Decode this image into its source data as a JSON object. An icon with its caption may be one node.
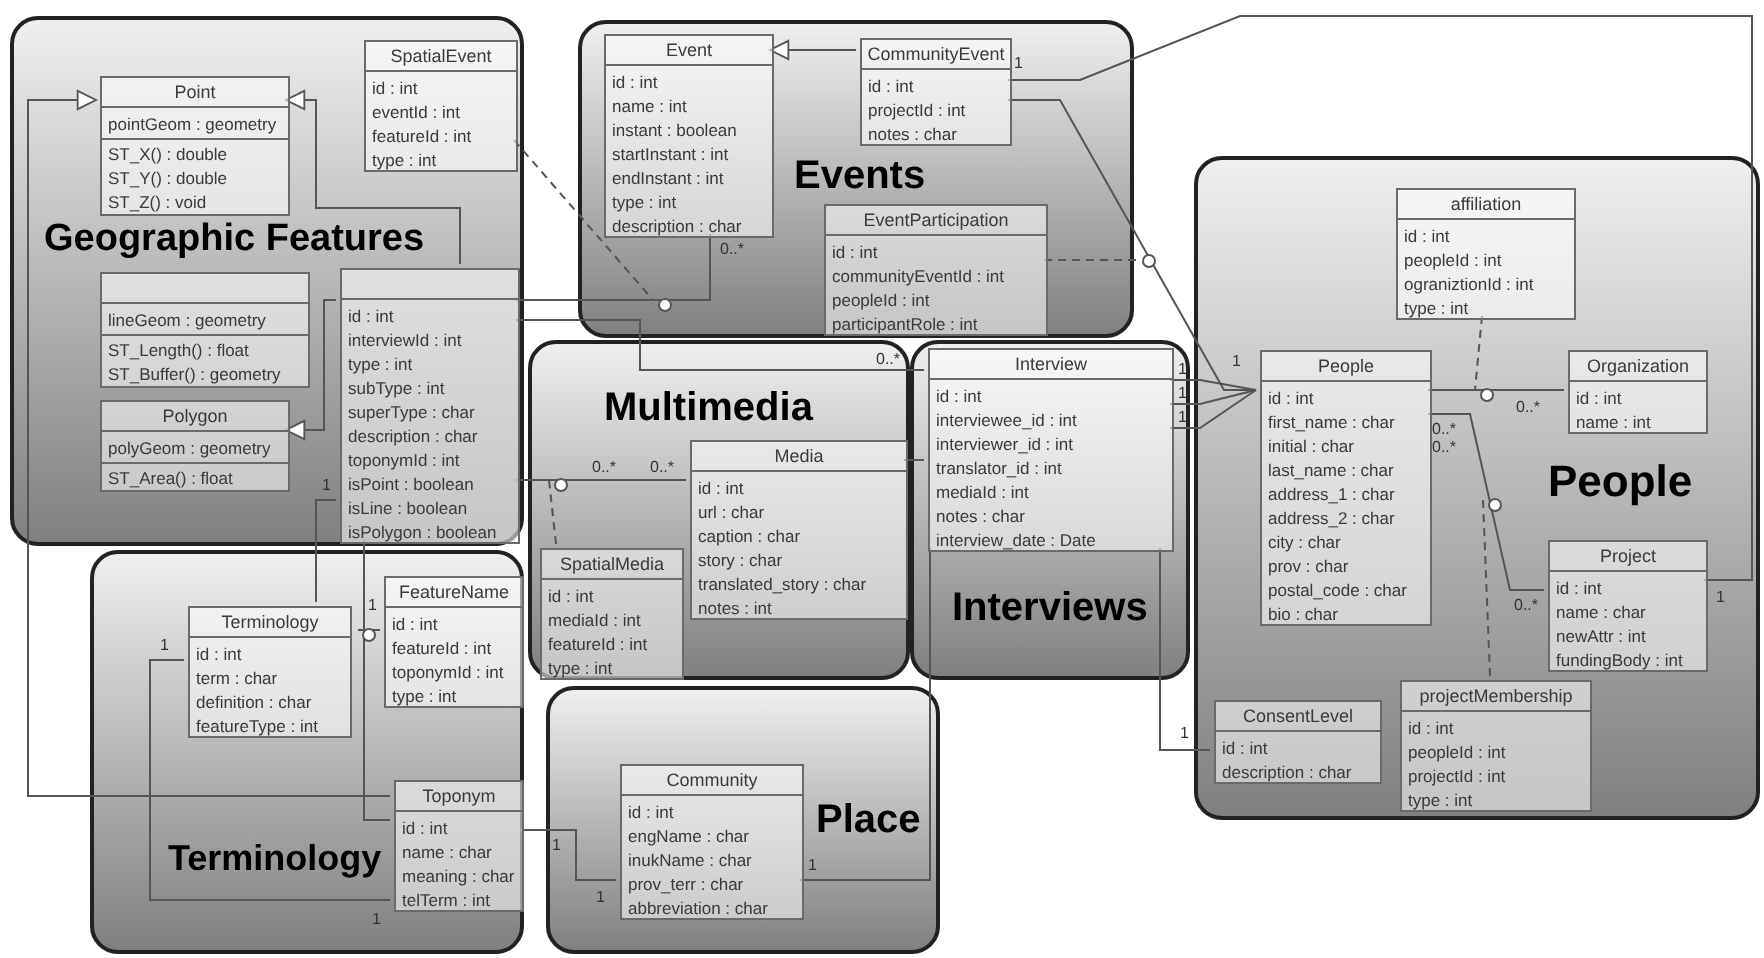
{
  "diagram": {
    "nodes": [
      {
        "text": [
          "Geographic Features"
        ]
      },
      {
        "text": [
          "Events"
        ]
      },
      {
        "text": [
          "Multimedia"
        ]
      },
      {
        "text": [
          "Interviews"
        ]
      },
      {
        "text": [
          "People"
        ]
      },
      {
        "text": [
          "Terminology"
        ]
      },
      {
        "text": [
          "Place"
        ]
      },
      {
        "text": [
          "Point",
          "pointGeom : geometry",
          "ST_X() : double",
          "ST_Y() : double",
          "ST_Z() : void"
        ],
        "in": 0
      },
      {
        "text": [
          "lineGeom : geometry",
          "ST_Length() : float",
          "ST_Buffer() : geometry"
        ],
        "in": 0
      },
      {
        "text": [
          "Polygon",
          "polyGeom : geometry",
          "ST_Area() : float"
        ],
        "in": 0
      },
      {
        "text": [
          "SpatialEvent",
          "id : int",
          "eventId : int",
          "featureId : int",
          "type : int"
        ],
        "in": 0
      },
      {
        "text": [
          "id : int",
          "interviewId : int",
          "type : int",
          "subType : int",
          "superType : char",
          "description : char",
          "toponymId : int",
          "isPoint : boolean",
          "isLine : boolean",
          "isPolygon : boolean"
        ],
        "in": 0
      },
      {
        "text": [
          "Event",
          "id : int",
          "name : int",
          "instant : boolean",
          "startInstant : int",
          "endInstant : int",
          "type : int",
          "description : char"
        ],
        "in": 1
      },
      {
        "text": [
          "CommunityEvent",
          "id : int",
          "projectId : int",
          "notes : char"
        ],
        "in": 1
      },
      {
        "text": [
          "EventParticipation",
          "id : int",
          "communityEventId : int",
          "peopleId : int",
          "participantRole : int"
        ],
        "in": 1
      },
      {
        "text": [
          "Media",
          "id : int",
          "url : char",
          "caption : char",
          "story : char",
          "translated_story : char",
          "notes : int"
        ],
        "in": 2
      },
      {
        "text": [
          "SpatialMedia",
          "id : int",
          "mediaId : int",
          "featureId : int",
          "type : int"
        ],
        "in": 2
      },
      {
        "text": [
          "Interview",
          "id : int",
          "interviewee_id : int",
          "interviewer_id : int",
          "translator_id : int",
          "mediaId : int",
          "notes : char",
          "interview_date : Date"
        ],
        "in": 3
      },
      {
        "text": [
          "People",
          "id : int",
          "first_name : char",
          "initial : char",
          "last_name : char",
          "address_1 : char",
          "address_2 : char",
          "city : char",
          "prov : char",
          "postal_code : char",
          "bio : char"
        ],
        "in": 4
      },
      {
        "text": [
          "affiliation",
          "id : int",
          "peopleId : int",
          "ograniztionId : int",
          "type : int"
        ],
        "in": 4
      },
      {
        "text": [
          "Organization",
          "id : int",
          "name : int"
        ],
        "in": 4
      },
      {
        "text": [
          "Project",
          "id : int",
          "name : char",
          "newAttr : int",
          "fundingBody : int"
        ],
        "in": 4
      },
      {
        "text": [
          "ConsentLevel",
          "id : int",
          "description : char"
        ],
        "in": 4
      },
      {
        "text": [
          "projectMembership",
          "id : int",
          "peopleId : int",
          "projectId : int",
          "type : int"
        ],
        "in": 4
      },
      {
        "text": [
          "Terminology",
          "id : int",
          "term : char",
          "definition : char",
          "featureType : int"
        ],
        "in": 5
      },
      {
        "text": [
          "FeatureName",
          "id : int",
          "featureId : int",
          "toponymId : int",
          "type : int"
        ],
        "in": 5
      },
      {
        "text": [
          "Toponym",
          "id : int",
          "name : char",
          "meaning : char",
          "telTerm : int"
        ],
        "in": 5
      },
      {
        "text": [
          "Community",
          "id : int",
          "engName : char",
          "inukName : char",
          "prov_terr : char",
          "abbreviation : char"
        ],
        "in": 6
      },
      {
        "text": [],
        "shape": "circle",
        "in": 1
      },
      {
        "text": [],
        "shape": "circle"
      },
      {
        "text": [],
        "shape": "circle",
        "in": 2
      },
      {
        "text": [],
        "shape": "circle",
        "in": 4
      },
      {
        "text": [],
        "shape": "circle",
        "in": 4
      },
      {
        "text": [],
        "shape": "circle",
        "in": 5
      }
    ],
    "edges": [
      {
        "from": 26,
        "to": 7,
        "arrow": "to"
      },
      {
        "from": 11,
        "to": 7,
        "arrow": "to"
      },
      {
        "from": 11,
        "to": 9,
        "arrow": "to"
      },
      {
        "from": 12,
        "to": 11,
        "arrow": "none"
      },
      {
        "from": 10,
        "to": 28,
        "arrow": "none",
        "style": "dashed"
      },
      {
        "from": 13,
        "to": 12,
        "arrow": "to"
      },
      {
        "from": 13,
        "to": 21,
        "arrow": "none"
      },
      {
        "from": 13,
        "to": 18,
        "arrow": "none"
      },
      {
        "from": 14,
        "to": 29,
        "arrow": "none",
        "style": "dashed"
      },
      {
        "from": 17,
        "to": 11,
        "arrow": "none"
      },
      {
        "from": 15,
        "to": 11,
        "arrow": "none"
      },
      {
        "from": 16,
        "to": 30,
        "arrow": "none",
        "style": "dashed"
      },
      {
        "from": 15,
        "to": 17,
        "arrow": "none"
      },
      {
        "from": 17,
        "to": 18,
        "arrow": "none"
      },
      {
        "from": 17,
        "to": 18,
        "arrow": "none"
      },
      {
        "from": 17,
        "to": 18,
        "arrow": "none"
      },
      {
        "from": 18,
        "to": 20,
        "arrow": "none"
      },
      {
        "from": 19,
        "to": 31,
        "arrow": "none",
        "style": "dashed"
      },
      {
        "from": 18,
        "to": 21,
        "arrow": "none"
      },
      {
        "from": 23,
        "to": 32,
        "arrow": "none",
        "style": "dashed"
      },
      {
        "from": 22,
        "to": 17,
        "arrow": "none"
      },
      {
        "from": 24,
        "to": 11,
        "arrow": "none"
      },
      {
        "from": 11,
        "to": 26,
        "arrow": "none"
      },
      {
        "from": 25,
        "to": 33,
        "arrow": "none",
        "style": "dashed"
      },
      {
        "from": 24,
        "to": 26,
        "arrow": "none"
      },
      {
        "from": 26,
        "to": 27,
        "arrow": "none"
      },
      {
        "from": 27,
        "to": 17,
        "arrow": "none"
      }
    ],
    "labels": [
      "1",
      "0..*",
      "0..*",
      "1",
      "0..*",
      "0..*",
      "1",
      "1",
      "1",
      "1",
      "0..*",
      "0..*",
      "0..*",
      "0..*",
      "1",
      "1",
      "1",
      "1",
      "1",
      "1",
      "1",
      "1"
    ]
  }
}
